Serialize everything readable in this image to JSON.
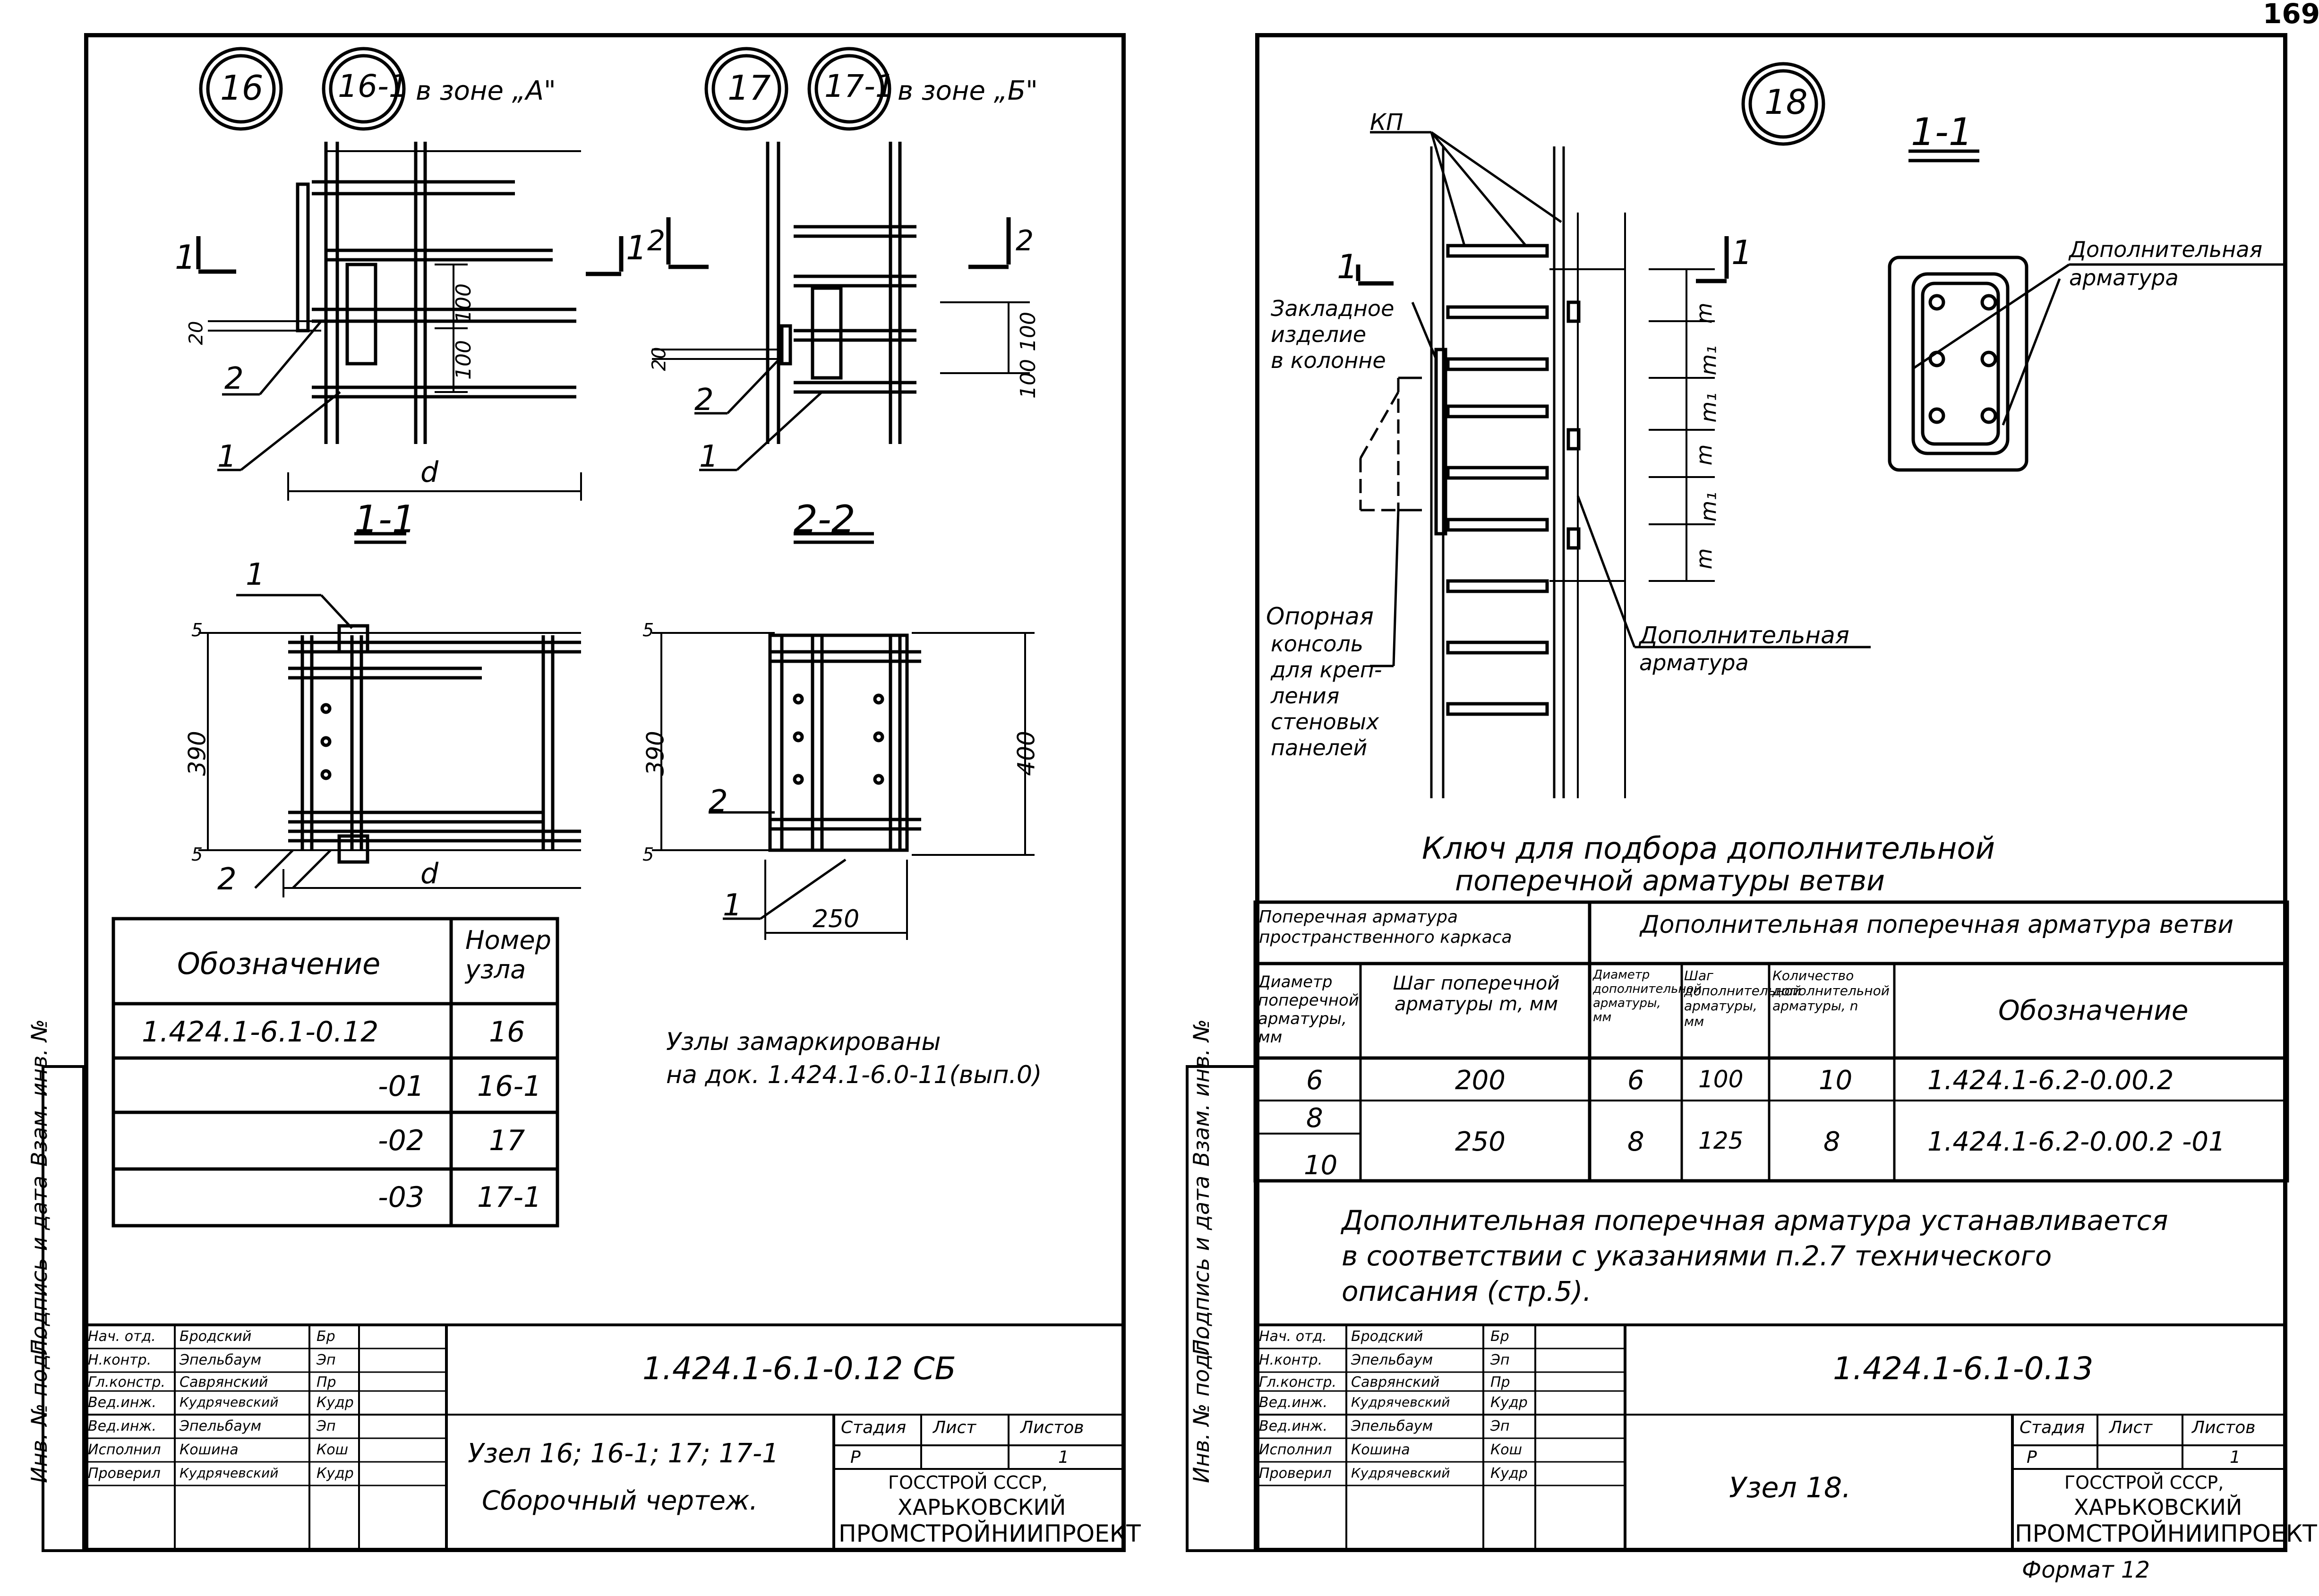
{
  "page_number": "169",
  "left": {
    "circles": [
      "16",
      "16-1",
      "17",
      "17-1"
    ],
    "zone_a": "в зоне „А\"",
    "zone_b": "в зоне „Б\"",
    "section_11": "1-1",
    "section_22": "2-2",
    "cut1_top": "1",
    "cut1_bot": "1",
    "cut2_top": "2",
    "cut2_bot": "2",
    "dims": {
      "d": "d",
      "d2": "d",
      "v100a": "100",
      "v100b": "100",
      "v20": "20",
      "v100c": "100",
      "v100d": "100",
      "v20b": "20",
      "v390": "390",
      "v390b": "390",
      "v400": "400",
      "v250": "250",
      "v5a": "5",
      "v5b": "5",
      "v5c": "5",
      "v5d": "5"
    },
    "labels": {
      "p1a": "1",
      "p2a": "2",
      "p1b": "1",
      "p2b": "2",
      "p1c": "1",
      "p2c": "2",
      "p1d": "1",
      "p2d": "2"
    },
    "table": {
      "head_designation": "Обозначение",
      "head_node": "Номер узла",
      "rows": [
        {
          "code": "1.424.1-6.1-0.12",
          "node": "16"
        },
        {
          "code": "-01",
          "node": "16-1"
        },
        {
          "code": "-02",
          "node": "17"
        },
        {
          "code": "-03",
          "node": "17-1"
        }
      ]
    },
    "note_line1": "Узлы замаркированы",
    "note_line2": "на док. 1.424.1-6.0-11(вып.0)",
    "side_labels": [
      "Инв. № подл.",
      "Подпись и дата",
      "Взам. инв. №"
    ],
    "stamp": {
      "doc_code": "1.424.1-6.1-0.12 СБ",
      "title_line1": "Узел 16; 16-1; 17; 17-1",
      "title_line2": "Сборочный чертеж.",
      "roles": [
        "Нач. отд.",
        "Н.контр.",
        "Гл.констр.",
        "Вед.инж.",
        "Вед.инж.",
        "Исполнил",
        "Проверил"
      ],
      "names": [
        "Бродский",
        "Эпельбаум",
        "Саврянский",
        "Кудрячевский",
        "Эпельбаум",
        "Кошина",
        "Кудрячевский"
      ],
      "signs": [
        "Бр",
        "Эп",
        "Пр",
        "Кудр",
        "Эп",
        "Кош",
        "Кудр"
      ],
      "stage_label": "Стадия",
      "sheet_label": "Лист",
      "sheets_label": "Листов",
      "stage": "Р",
      "sheets": "1",
      "org1": "ГОССТРОЙ СССР,",
      "org2": "ХАРЬКОВСКИЙ",
      "org3": "ПРОМСТРОЙНИИПРОЕКТ"
    }
  },
  "right": {
    "circle": "18",
    "section_11": "1-1",
    "kp": "КП",
    "cut1_top": "1",
    "cut1_bot": "1",
    "embed_label": [
      "Закладное",
      "изделие",
      "в колонне"
    ],
    "support_label": [
      "Опорная",
      "консоль",
      "для креп-",
      "ления",
      "стеновых",
      "панелей"
    ],
    "add_rebar1": [
      "Дополнительная",
      "арматура"
    ],
    "add_rebar2": [
      "Дополнительная",
      "арматура"
    ],
    "dims": [
      "m",
      "m₁",
      "m₁",
      "m",
      "m₁",
      "m"
    ],
    "key_title1": "Ключ для подбора дополнительной",
    "key_title2": "поперечной арматуры ветви",
    "key_table": {
      "head_left": "Поперечная арматура пространственного каркаса",
      "head_right": "Дополнительная поперечная арматура ветви",
      "sub_diam": "Диаметр поперечной арматуры, мм",
      "sub_step": "Шаг поперечной арматуры m, мм",
      "sub_add_diam": "Диаметр дополнительной арматуры, мм",
      "sub_add_step": "Шаг дополнительной арматуры, мм",
      "sub_count": "Количество дополнительной арматуры, n",
      "sub_designation": "Обозначение",
      "rows": [
        {
          "diam": "6",
          "step": "200",
          "ad": "6",
          "as": "100",
          "n": "10",
          "code": "1.424.1-6.2-0.00.2"
        },
        {
          "diam": "8",
          "step": "",
          "ad": "",
          "as": "",
          "n": "",
          "code": ""
        },
        {
          "diam": "10",
          "step": "250",
          "ad": "8",
          "as": "125",
          "n": "8",
          "code": "1.424.1-6.2-0.00.2 -01"
        }
      ]
    },
    "note_lines": [
      "Дополнительная поперечная арматура устанавливается",
      "в соответствии с указаниями п.2.7 технического",
      "описания (стр.5)."
    ],
    "side_labels": [
      "Инв. № подл.",
      "Подпись и дата",
      "Взам. инв. №"
    ],
    "stamp": {
      "doc_code": "1.424.1-6.1-0.13",
      "title": "Узел 18.",
      "roles": [
        "Нач. отд.",
        "Н.контр.",
        "Гл.констр.",
        "Вед.инж.",
        "Вед.инж.",
        "Исполнил",
        "Проверил"
      ],
      "names": [
        "Бродский",
        "Эпельбаум",
        "Саврянский",
        "Кудрячевский",
        "Эпельбаум",
        "Кошина",
        "Кудрячевский"
      ],
      "signs": [
        "Бр",
        "Эп",
        "Пр",
        "Кудр",
        "Эп",
        "Кош",
        "Кудр"
      ],
      "stage_label": "Стадия",
      "sheet_label": "Лист",
      "sheets_label": "Листов",
      "stage": "Р",
      "sheets": "1",
      "org1": "ГОССТРОЙ СССР,",
      "org2": "ХАРЬКОВСКИЙ",
      "org3": "ПРОМСТРОЙНИИПРОЕКТ"
    },
    "format": "Формат 12"
  }
}
